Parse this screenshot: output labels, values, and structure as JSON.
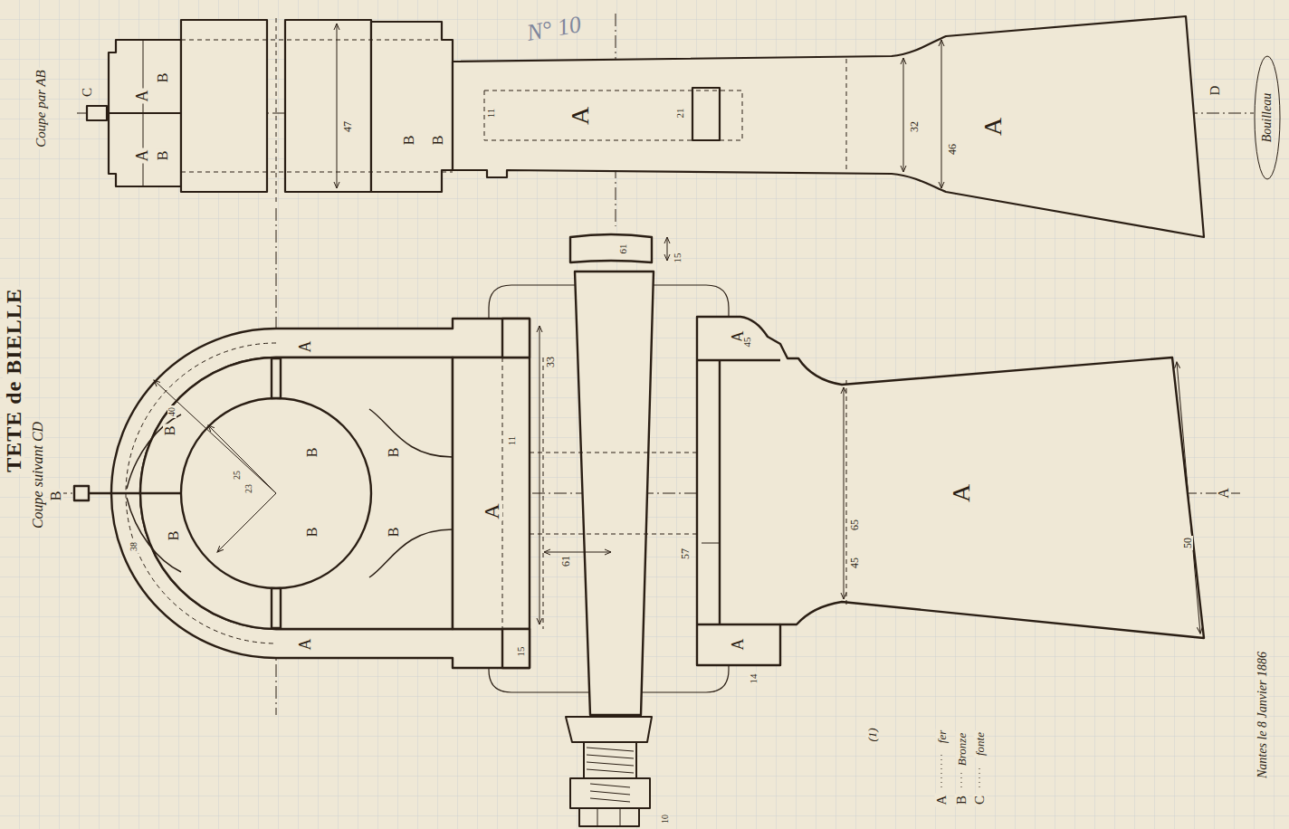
{
  "diagram": {
    "title": "TETE de BIELLE",
    "labels": [
      "N° 10",
      "Coupe par AB",
      "C",
      "D",
      "A",
      "B",
      "A",
      "B",
      "B",
      "B",
      "A",
      "A",
      "47",
      "11",
      "21",
      "32",
      "46",
      "Coupe suivant CD",
      "B",
      "A",
      "A",
      "B",
      "B",
      "B",
      "B",
      "B",
      "B",
      "A",
      "A",
      "A",
      "A",
      "A",
      "33",
      "11",
      "61",
      "57",
      "65",
      "45",
      "50",
      "15",
      "61",
      "15",
      "45",
      "14",
      "25",
      "23",
      "40",
      "38",
      "10",
      "(1)",
      "A",
      "B",
      "C",
      "Nantes le 8 Janvier 1886",
      "Bouilleau"
    ],
    "legend": [
      {
        "text": "fer"
      },
      {
        "text": "Bronze"
      },
      {
        "text": "fonte"
      }
    ]
  }
}
